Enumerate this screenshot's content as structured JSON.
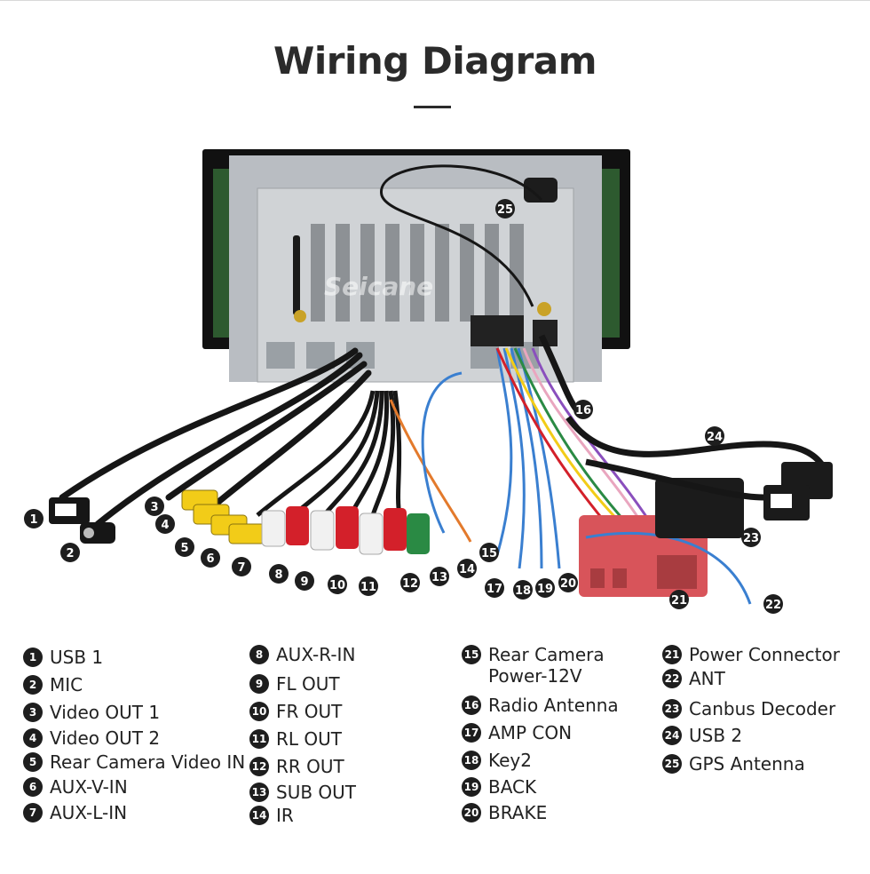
{
  "title": "Wiring Diagram",
  "watermark": "Seicane",
  "legend": [
    {
      "num": "1",
      "label": "USB 1"
    },
    {
      "num": "2",
      "label": "MIC"
    },
    {
      "num": "3",
      "label": "Video OUT 1"
    },
    {
      "num": "4",
      "label": "Video OUT 2"
    },
    {
      "num": "5",
      "label": "Rear Camera Video IN"
    },
    {
      "num": "6",
      "label": "AUX-V-IN"
    },
    {
      "num": "7",
      "label": "AUX-L-IN"
    },
    {
      "num": "8",
      "label": "AUX-R-IN"
    },
    {
      "num": "9",
      "label": "FL OUT"
    },
    {
      "num": "10",
      "label": "FR OUT"
    },
    {
      "num": "11",
      "label": "RL OUT"
    },
    {
      "num": "12",
      "label": "RR OUT"
    },
    {
      "num": "13",
      "label": "SUB OUT"
    },
    {
      "num": "14",
      "label": "IR"
    },
    {
      "num": "15",
      "label": "Rear Camera Power-12V"
    },
    {
      "num": "16",
      "label": "Radio Antenna"
    },
    {
      "num": "17",
      "label": "AMP CON"
    },
    {
      "num": "18",
      "label": "Key2"
    },
    {
      "num": "19",
      "label": "BACK"
    },
    {
      "num": "20",
      "label": "BRAKE"
    },
    {
      "num": "21",
      "label": "Power Connector"
    },
    {
      "num": "22",
      "label": "ANT"
    },
    {
      "num": "23",
      "label": "Canbus Decoder"
    },
    {
      "num": "24",
      "label": "USB 2"
    },
    {
      "num": "25",
      "label": "GPS Antenna"
    }
  ],
  "callouts": [
    "1",
    "2",
    "3",
    "4",
    "5",
    "6",
    "7",
    "8",
    "9",
    "10",
    "11",
    "12",
    "13",
    "14",
    "15",
    "16",
    "17",
    "18",
    "19",
    "20",
    "21",
    "22",
    "23",
    "24",
    "25"
  ],
  "colors": {
    "unit_body": "#c9ccd0",
    "unit_dark": "#1a1a1a",
    "cable": "#161616",
    "rca_yellow": "#f2cc18",
    "rca_red": "#d3202a",
    "rca_white": "#f1f1f1",
    "rca_green": "#2a8a44",
    "power_connector": "#d8545a",
    "wire_blue": "#3a7fd0"
  }
}
